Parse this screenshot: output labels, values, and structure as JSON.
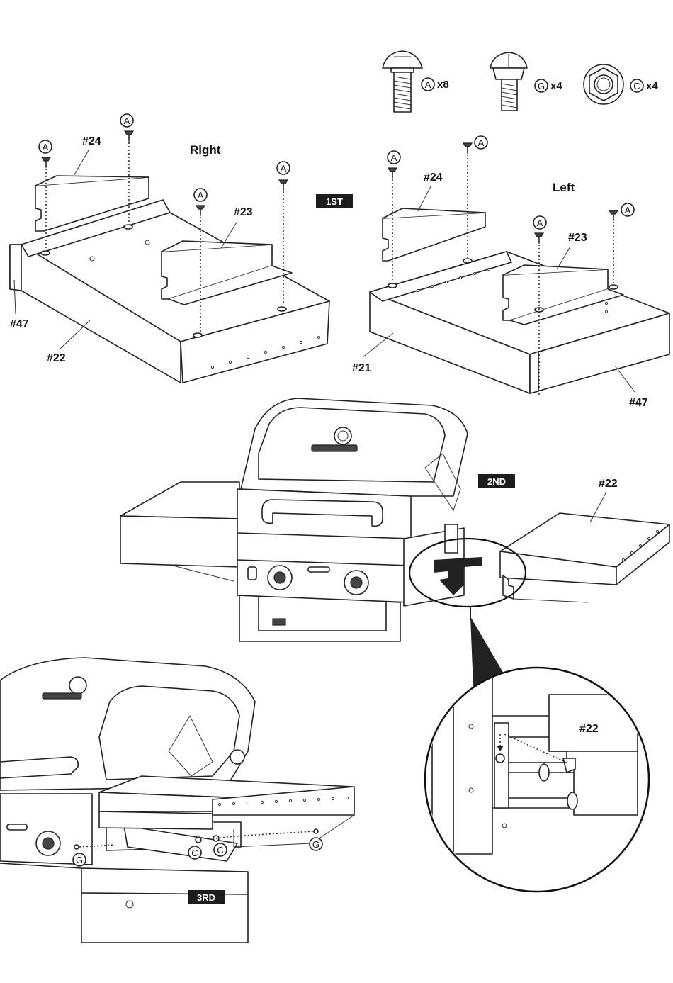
{
  "hardware": [
    {
      "letter": "A",
      "qty": "x8",
      "icon": "bolt-icon"
    },
    {
      "letter": "G",
      "qty": "x4",
      "icon": "screw-icon"
    },
    {
      "letter": "C",
      "qty": "x4",
      "icon": "nut-icon"
    }
  ],
  "steps": {
    "first": "1ST",
    "second": "2ND",
    "third": "3RD"
  },
  "sides": {
    "right": "Right",
    "left": "Left"
  },
  "parts": {
    "p24": "#24",
    "p23": "#23",
    "p22": "#22",
    "p21": "#21",
    "p47": "#47"
  },
  "callout_letters": {
    "A": "A",
    "C": "C",
    "G": "G"
  }
}
